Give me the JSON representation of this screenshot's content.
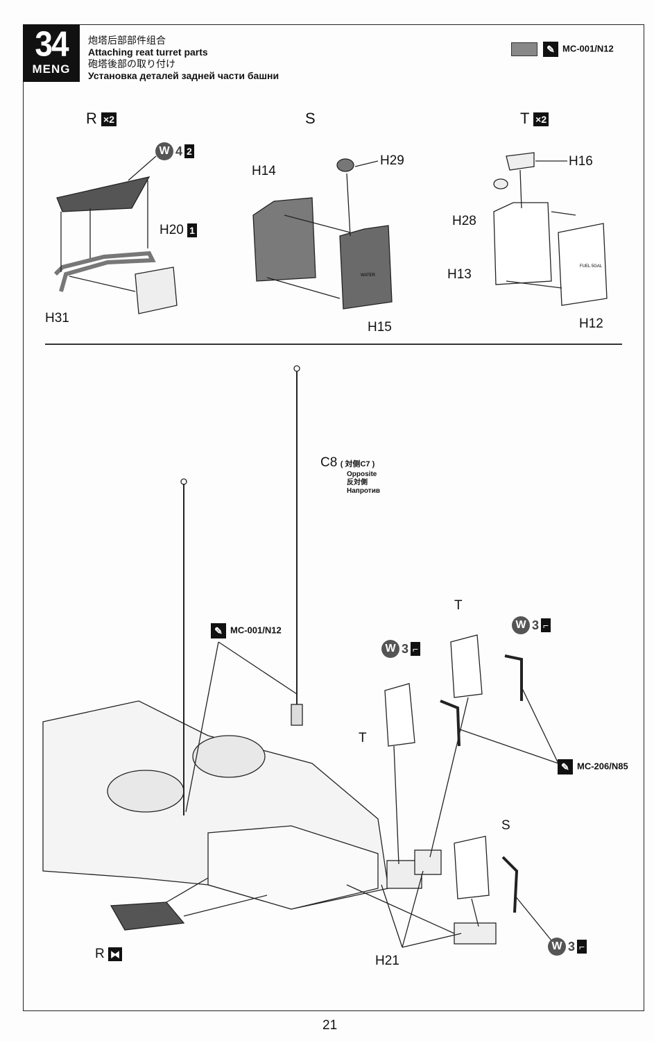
{
  "step": {
    "number": "34",
    "brand": "MENG"
  },
  "title": {
    "zh": "炮塔后部部件组合",
    "en": "Attaching reat turret parts",
    "ja": "砲塔後部の取り付け",
    "ru": "Установка деталей задней части башни"
  },
  "paint_top": {
    "code": "MC-001/N12",
    "chip_color": "#8a8a8a"
  },
  "subassemblies": {
    "R": {
      "letter": "R",
      "qty": "×2",
      "glue": "W",
      "glue_num": "4",
      "glue_step": "2",
      "parts": {
        "h20": "H20",
        "h20_step": "1",
        "h31": "H31"
      }
    },
    "S": {
      "letter": "S",
      "parts": {
        "h14": "H14",
        "h29": "H29",
        "h15": "H15"
      },
      "can_text": "WATER"
    },
    "T": {
      "letter": "T",
      "qty": "×2",
      "parts": {
        "h16": "H16",
        "h28": "H28",
        "h13": "H13",
        "h12": "H12"
      },
      "can_text": "FUEL 5GAL"
    }
  },
  "main": {
    "c8": {
      "part": "C8",
      "note": "( 対侧C7 )",
      "en": "Opposite",
      "ja": "反対側",
      "ru": "Напротив"
    },
    "paint1": "MC-001/N12",
    "paint2": "MC-206/N85",
    "glue": {
      "w": "W",
      "num": "3"
    },
    "labels": {
      "t1": "T",
      "t2": "T",
      "s": "S",
      "r": "R",
      "h21": "H21"
    }
  },
  "page_number": "21"
}
